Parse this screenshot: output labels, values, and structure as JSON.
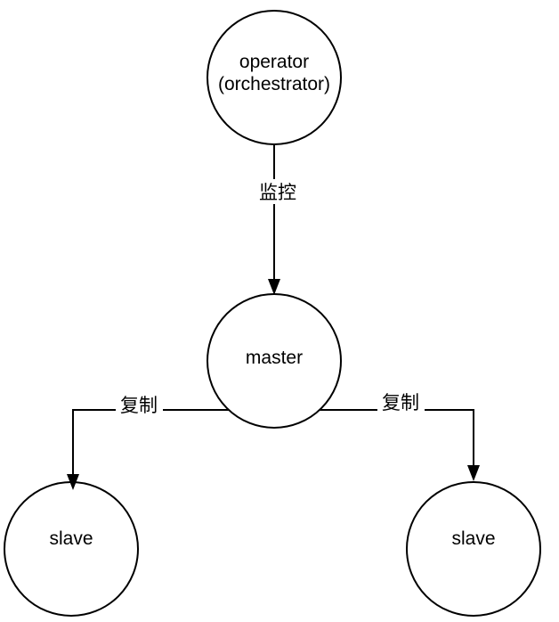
{
  "colors": {
    "background": "#ffffff",
    "stroke": "#000000",
    "text": "#000000"
  },
  "nodes": {
    "operator": {
      "line1": "operator",
      "line2": "(orchestrator)"
    },
    "master": {
      "label": "master"
    },
    "slave_left": {
      "label": "slave"
    },
    "slave_right": {
      "label": "slave"
    }
  },
  "edges": {
    "monitor": {
      "label": "监控"
    },
    "replicate_left": {
      "label": "复制"
    },
    "replicate_right": {
      "label": "复制"
    }
  }
}
